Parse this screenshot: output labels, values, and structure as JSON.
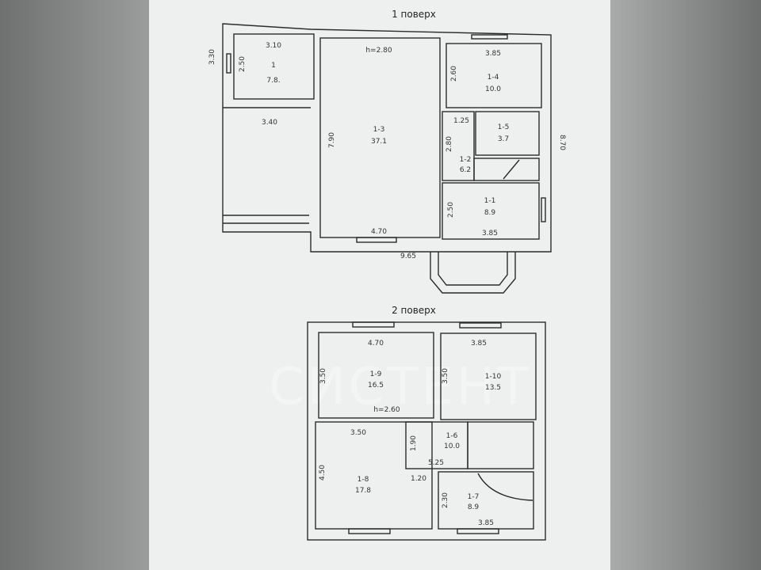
{
  "floor1": {
    "title": "1 поверх",
    "ceiling": "h=2.80",
    "overall_width": "9.65",
    "overall_depth": "8.70",
    "dims": {
      "left_depth": "3.30",
      "r1_width": "3.10",
      "r1_depth": "2.50",
      "terrace_width": "3.40",
      "r13_depth": "7.90",
      "r13_width": "4.70",
      "r14_width": "3.85",
      "r14_depth": "2.60",
      "hall_width": "1.25",
      "r12_depth": "2.80",
      "r11_depth": "2.50",
      "r11_width": "3.85"
    },
    "rooms": [
      {
        "id": "1",
        "area": "7.8."
      },
      {
        "id": "1-3",
        "area": "37.1"
      },
      {
        "id": "1-4",
        "area": "10.0"
      },
      {
        "id": "1-5",
        "area": "3.7"
      },
      {
        "id": "1-2",
        "area": "6.2"
      },
      {
        "id": "1-1",
        "area": "8.9"
      }
    ]
  },
  "floor2": {
    "title": "2 поверх",
    "ceiling": "h=2.60",
    "dims": {
      "r19_width": "4.70",
      "r19_depth": "3.50",
      "r110_width": "3.85",
      "r110_depth": "3.50",
      "r18_width": "3.50",
      "r18_depth": "4.50",
      "r18_extra": "1.20",
      "r16_depth": "1.90",
      "r16_width": "5.25",
      "r17_depth": "2.30",
      "r17_width": "3.85"
    },
    "rooms": [
      {
        "id": "1-9",
        "area": "16.5"
      },
      {
        "id": "1-10",
        "area": "13.5"
      },
      {
        "id": "1-8",
        "area": "17.8"
      },
      {
        "id": "1-6",
        "area": "10.0"
      },
      {
        "id": "1-7",
        "area": "8.9"
      }
    ]
  },
  "watermark": "СИСТЕНТ"
}
